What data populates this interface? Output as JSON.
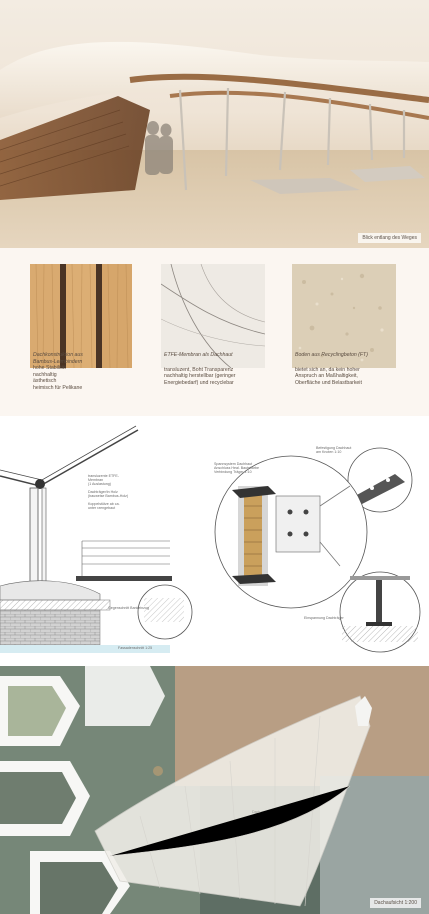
{
  "photo": {
    "caption": "Blick entlang des Weges"
  },
  "materials": [
    {
      "title": "Dachkonstruktion aus Bambus-Leimbindern",
      "lines": [
        "hohe Stabilität",
        "nachhaltig",
        "ästhetisch",
        "heimisch für Pelikane"
      ]
    },
    {
      "title": "ETFE-Membran als Dachhaut",
      "lines": [
        "transluzent, Boht Transparenz",
        "nachhaltig herstellbar (geringer",
        "Energiebedarf) und recyclebar"
      ]
    },
    {
      "title": "Boden aus Recyclingbeton (FT)",
      "lines": [
        "bietet sich an, da kein hoher",
        "Anspruch an Maßhaltigkeit,",
        "Oberfläche und Belastbarkeit"
      ]
    }
  ],
  "details": {
    "notes_left": [
      "transluzente ETFE-",
      "Membran",
      "(1 Auslastung)",
      "",
      "Dachträger/in Holz",
      "(bauweise Bambus-Holz)",
      "",
      "Koppelstütze ab ca.",
      "unter rzengebaut"
    ],
    "railing_label": "Gegenschnitt Bankeinzug",
    "section_label": "Fassadenschnitt 1:25",
    "top_center_note": [
      "Spannsystem Dachhaut",
      "Anschluss Heal. Bauteilarbe",
      "Verbindung Träger 1:10"
    ],
    "top_right_note": [
      "Befestigung Dachhaut",
      "am Knoten 1:10"
    ],
    "bottom_right_note": "Einspannung Dachträger"
  },
  "plan": {
    "roof_label": "Dach",
    "caption": "Dachaufsicht 1:200"
  },
  "colors": {
    "bamboo": "#d7a970",
    "membrane": "#f5f3ee",
    "concrete": "#d8cdb6",
    "plan_ground": "#5a6b5f"
  }
}
